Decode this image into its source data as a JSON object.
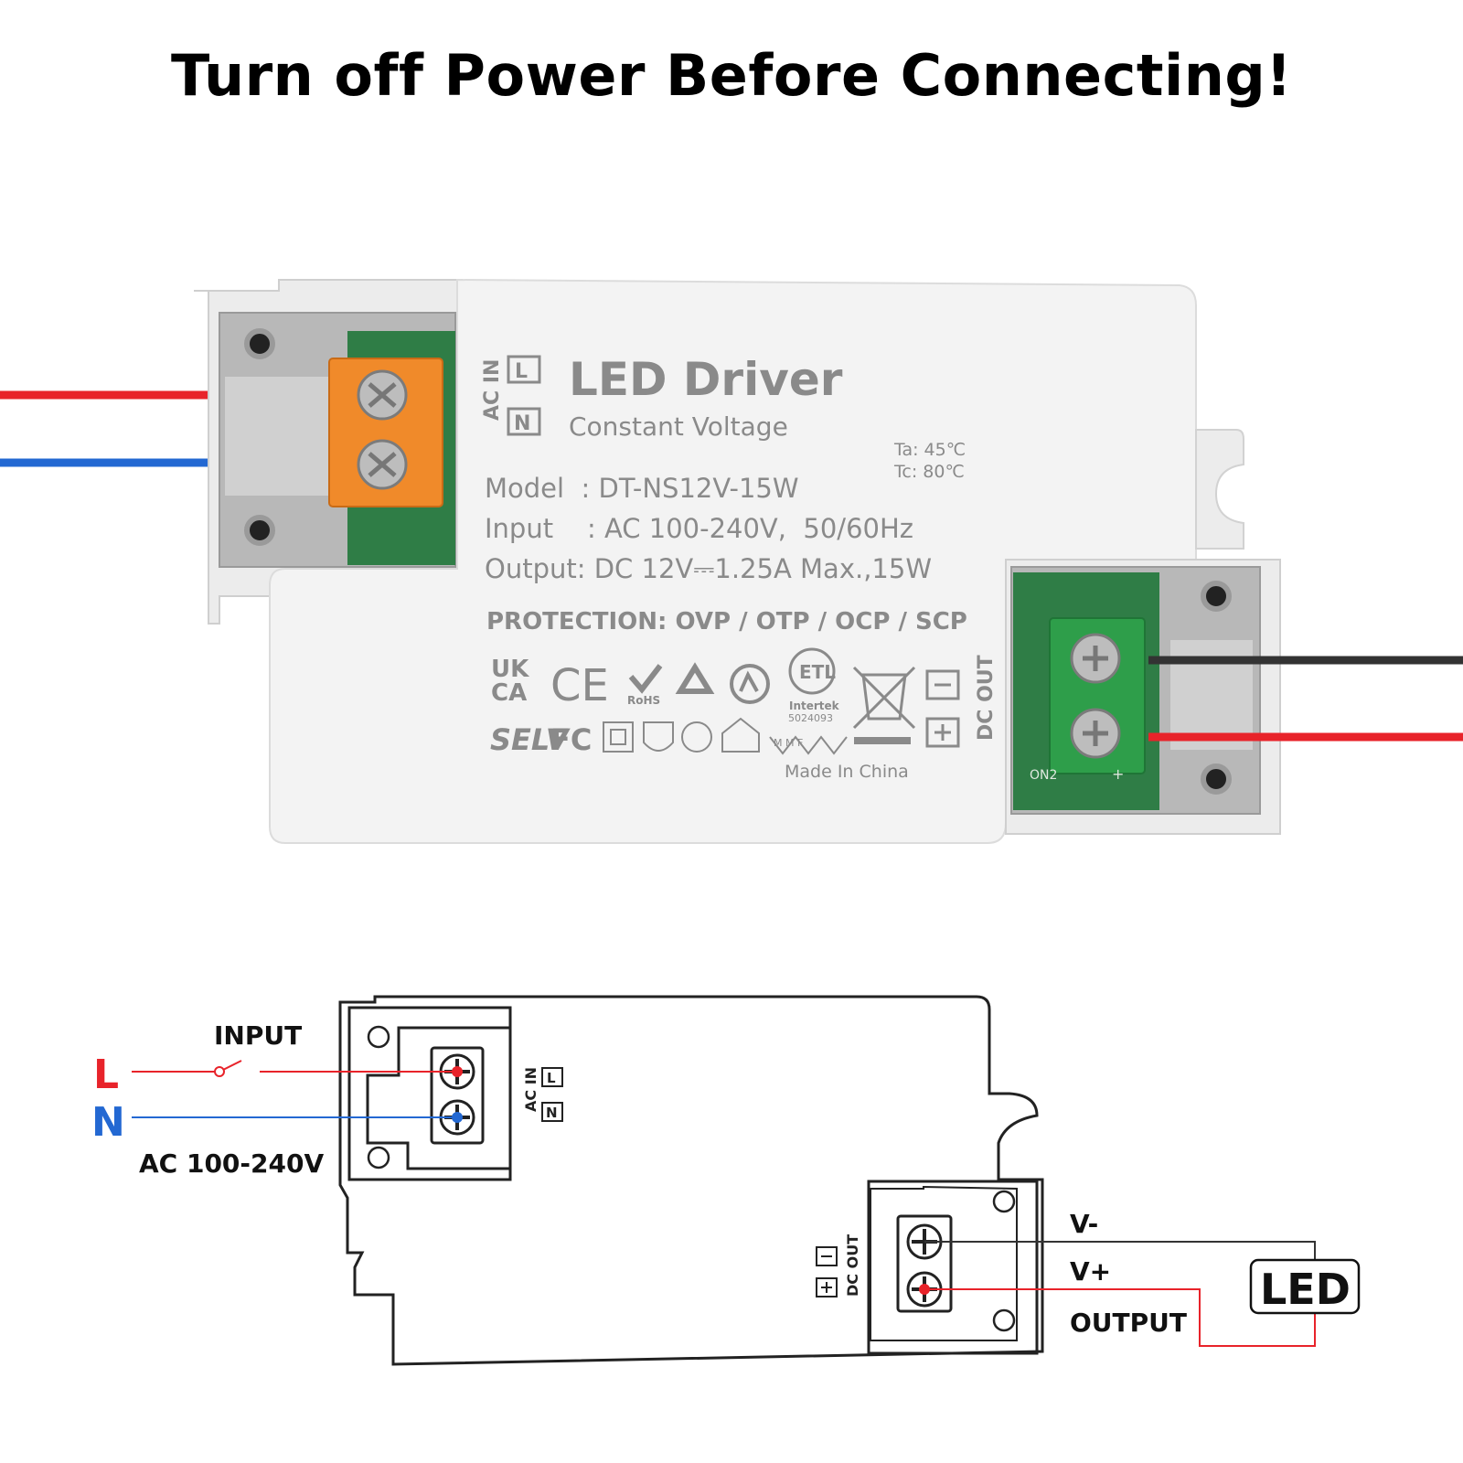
{
  "heading": "Turn off Power Before Connecting!",
  "device": {
    "ac_in_label": "AC IN",
    "l_box": "L",
    "n_box": "N",
    "title": "LED Driver",
    "subtitle": "Constant Voltage",
    "ta": "Ta: 45℃",
    "tc": "Tc: 80℃",
    "model": "Model  : DT-NS12V-15W",
    "input": "Input    : AC 100-240V,  50/60Hz",
    "output": "Output: DC 12V⎓1.25A Max.,15W",
    "protection": "PROTECTION: OVP / OTP / OCP / SCP",
    "cert_ukca_top": "UK",
    "cert_ukca_bottom": "CA",
    "cert_ce": "CE",
    "cert_rohs": "RoHS",
    "cert_intertek": "Intertek",
    "cert_intertek_no": "5024093",
    "cert_selv": "SELV",
    "cert_fc": "FC",
    "cert_mmf": "M M F",
    "dc_out_label": "DC OUT",
    "made_in": "Made In China",
    "pcb_mark": "ON2"
  },
  "wiring": {
    "input_label": "INPUT",
    "l_label": "L",
    "n_label": "N",
    "ac_range": "AC 100-240V",
    "ac_in_label": "AC IN",
    "l_box": "L",
    "n_box": "N",
    "dc_out_label": "DC OUT",
    "v_minus": "V-",
    "v_plus": "V+",
    "output_label": "OUTPUT",
    "led_label": "LED"
  },
  "colors": {
    "live_wire": "#e8232a",
    "neutral_wire": "#2368d2",
    "ground_wire": "#333333",
    "input_terminal": "#f08a2a",
    "output_terminal": "#2e9e4a",
    "label_red": "#e8232a",
    "label_blue": "#2368d2"
  }
}
